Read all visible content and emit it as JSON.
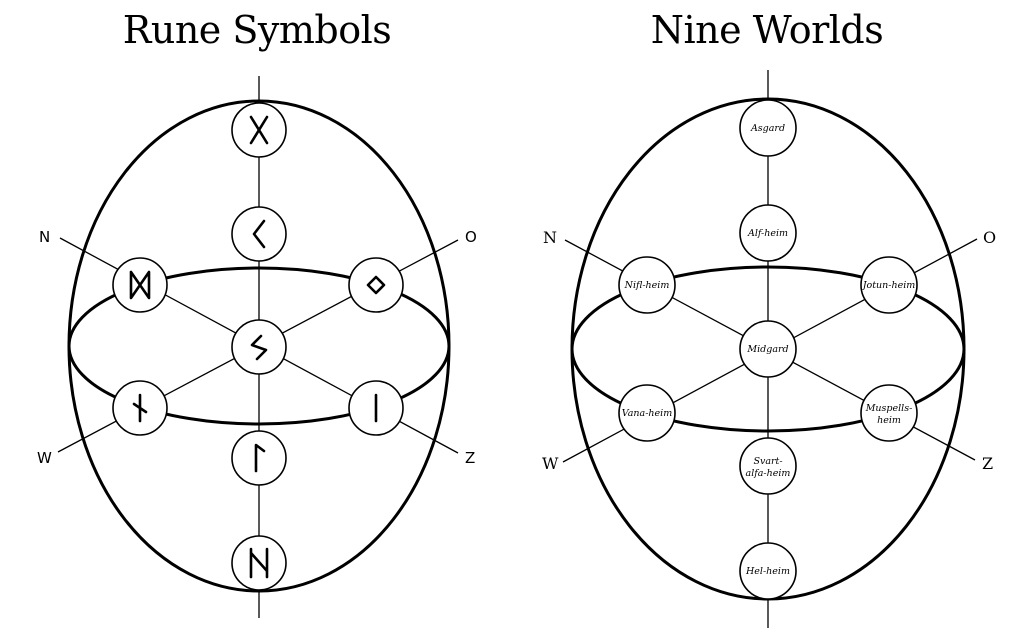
{
  "left": {
    "title": "Rune Symbols",
    "directions": {
      "n": "N",
      "o": "O",
      "w": "W",
      "z": "Z"
    },
    "runes": [
      {
        "id": "top",
        "icon": "gebo-rune-icon"
      },
      {
        "id": "upper",
        "icon": "kaunan-rune-icon"
      },
      {
        "id": "nw",
        "icon": "dagaz-rune-icon"
      },
      {
        "id": "ne",
        "icon": "ingwaz-rune-icon"
      },
      {
        "id": "center",
        "icon": "sowilo-rune-icon"
      },
      {
        "id": "sw",
        "icon": "nauthiz-rune-icon"
      },
      {
        "id": "se",
        "icon": "isaz-rune-icon"
      },
      {
        "id": "lower",
        "icon": "laguz-rune-icon"
      },
      {
        "id": "bottom",
        "icon": "hagalaz-rune-icon"
      }
    ]
  },
  "right": {
    "title": "Nine Worlds",
    "directions": {
      "n": "N",
      "o": "O",
      "w": "W",
      "z": "Z"
    },
    "worlds": {
      "asgard": [
        "Asgard"
      ],
      "alfheim": [
        "Alf-heim"
      ],
      "niflheim": [
        "Nifl-heim"
      ],
      "jotunheim": [
        "Jotun-heim"
      ],
      "midgard": [
        "Midgard"
      ],
      "vanaheim": [
        "Vana-heim"
      ],
      "muspellsheim": [
        "Muspells-",
        "heim"
      ],
      "svartalfaheim": [
        "Svart-",
        "alfa-heim"
      ],
      "helheim": [
        "Hel-heim"
      ]
    }
  }
}
